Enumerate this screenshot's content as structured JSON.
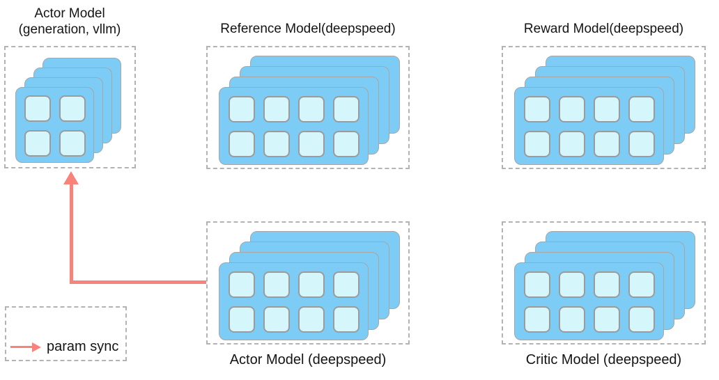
{
  "colors": {
    "card_blue": "#7dccf6",
    "cell_fill": "#d5f7fc",
    "card_border": "#a6a6a6",
    "cell_border": "#9b9b9b",
    "dashed_border": "#b3b3b3",
    "arrow_red": "#f9827b",
    "text": "#141414",
    "background": "#ffffff"
  },
  "models": [
    {
      "id": "actor-vllm",
      "title_lines": [
        "Actor Model",
        "(generation, vllm)"
      ],
      "label_position": "above",
      "stack": {
        "layers": 4,
        "rows": 2,
        "cols": 2
      }
    },
    {
      "id": "reference",
      "title_lines": [
        "Reference Model(deepspeed)"
      ],
      "label_position": "above",
      "stack": {
        "layers": 4,
        "rows": 2,
        "cols": 4
      }
    },
    {
      "id": "reward",
      "title_lines": [
        "Reward Model(deepspeed)"
      ],
      "label_position": "above",
      "stack": {
        "layers": 4,
        "rows": 2,
        "cols": 4
      }
    },
    {
      "id": "actor-ds",
      "title_lines": [
        "Actor Model (deepspeed)"
      ],
      "label_position": "below",
      "stack": {
        "layers": 4,
        "rows": 2,
        "cols": 4
      }
    },
    {
      "id": "critic",
      "title_lines": [
        "Critic Model (deepspeed)"
      ],
      "label_position": "below",
      "stack": {
        "layers": 4,
        "rows": 2,
        "cols": 4
      }
    }
  ],
  "arrow": {
    "meaning": "param sync",
    "from": "actor-ds",
    "to": "actor-vllm"
  },
  "legend": {
    "label": "param sync"
  }
}
